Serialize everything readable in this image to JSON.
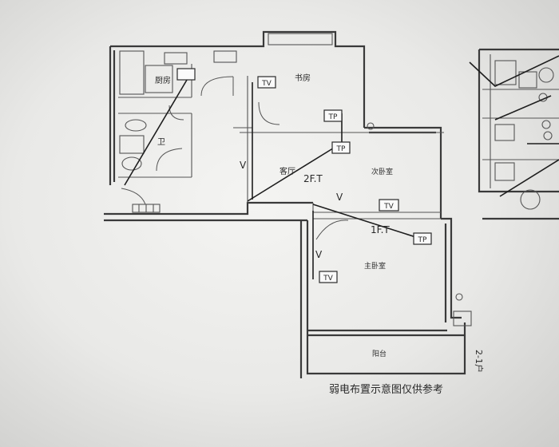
{
  "rooms": {
    "study": "书房",
    "kitchen": "厨房",
    "bath": "卫",
    "living": "客厅",
    "second_bed": "次卧室",
    "master_bed": "主卧室",
    "balcony": "阳台"
  },
  "outlets": {
    "tv_study": "TV",
    "tp_study": "TP",
    "tp_living": "TP",
    "tv_mid": "TV",
    "tp_master": "TP",
    "tv_master": "TV"
  },
  "markers": {
    "v1": "V",
    "v2": "V",
    "v3": "V",
    "two_ft": "2F.T",
    "one_ft": "1F.T"
  },
  "caption": "弱电布置示意图仅供参考",
  "side_note": "2-1户"
}
